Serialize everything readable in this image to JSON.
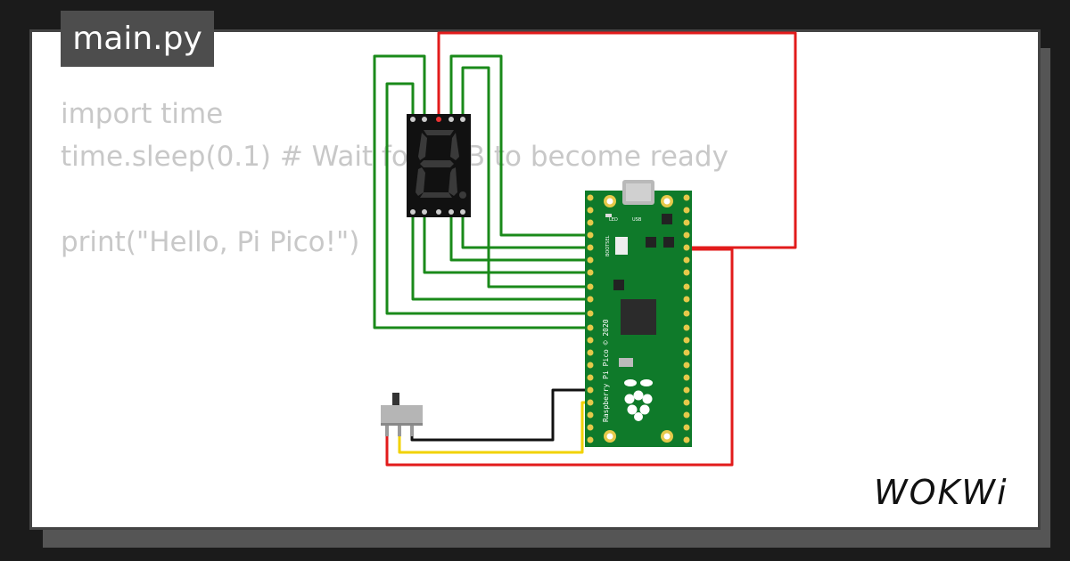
{
  "editor": {
    "file_tab": "main.py",
    "code_lines": [
      "import time",
      "time.sleep(0.1) # Wait for USB to become ready",
      "",
      "print(\"Hello, Pi Pico!\")"
    ]
  },
  "board": {
    "led_label": "LED",
    "usb_label": "USB",
    "bootsel_label": "BOOTSEL",
    "silkscreen": "Raspberry Pi Pico © 2020",
    "color": "#0f7a2a"
  },
  "wires": {
    "power_color": "#e21b1b",
    "signal_color": "#1a8a1a",
    "switch_signal_color": "#f2d200",
    "ground_color": "#111111"
  },
  "brand": {
    "logo_text": "WOKWi"
  }
}
